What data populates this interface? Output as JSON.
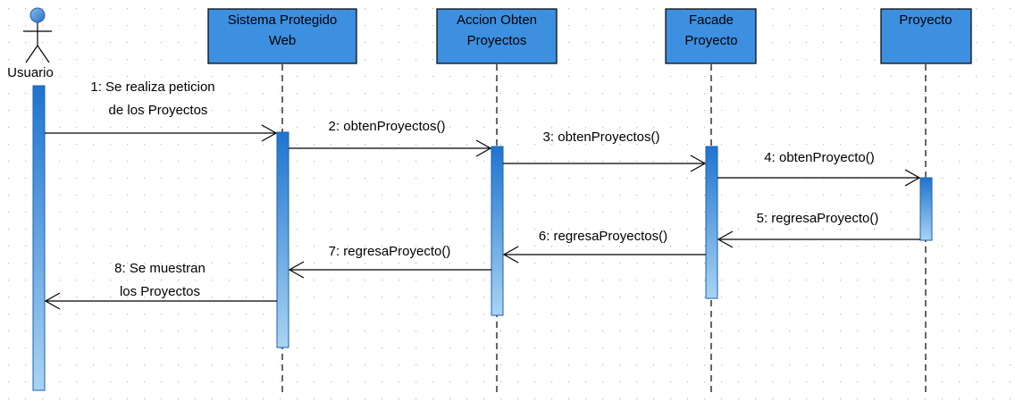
{
  "colors": {
    "background": "#ffffff",
    "grid_dot": "#b9b9b9",
    "header_fill": "#3d8fe0",
    "header_stroke": "#000000",
    "activation_top": "#1f74cf",
    "activation_bottom": "#a9d4f3",
    "actor_head": "#4c8fe3",
    "line": "#000000"
  },
  "actor": {
    "name": "Usuario",
    "icon": "stick-figure-actor-icon"
  },
  "lifelines": [
    {
      "id": "sistema",
      "lines": [
        "Sistema Protegido",
        "Web"
      ]
    },
    {
      "id": "accion",
      "lines": [
        "Accion Obten",
        "Proyectos"
      ]
    },
    {
      "id": "facade",
      "lines": [
        "Facade",
        "Proyecto"
      ]
    },
    {
      "id": "proyecto",
      "lines": [
        "Proyecto"
      ]
    }
  ],
  "messages": [
    {
      "id": "m1",
      "lines": [
        "1: Se realiza peticion",
        "de los Proyectos"
      ],
      "from": "Usuario",
      "to": "Sistema Protegido Web",
      "kind": "call"
    },
    {
      "id": "m2",
      "lines": [
        "2: obtenProyectos()"
      ],
      "from": "Sistema Protegido Web",
      "to": "Accion Obten Proyectos",
      "kind": "call"
    },
    {
      "id": "m3",
      "lines": [
        "3: obtenProyectos()"
      ],
      "from": "Accion Obten Proyectos",
      "to": "Facade Proyecto",
      "kind": "call"
    },
    {
      "id": "m4",
      "lines": [
        "4: obtenProyecto()"
      ],
      "from": "Facade Proyecto",
      "to": "Proyecto",
      "kind": "call"
    },
    {
      "id": "m5",
      "lines": [
        "5: regresaProyecto()"
      ],
      "from": "Proyecto",
      "to": "Facade Proyecto",
      "kind": "return"
    },
    {
      "id": "m6",
      "lines": [
        "6: regresaProyectos()"
      ],
      "from": "Facade Proyecto",
      "to": "Accion Obten Proyectos",
      "kind": "return"
    },
    {
      "id": "m7",
      "lines": [
        "7: regresaProyecto()"
      ],
      "from": "Accion Obten Proyectos",
      "to": "Sistema Protegido Web",
      "kind": "return"
    },
    {
      "id": "m8",
      "lines": [
        "8: Se muestran",
        "los Proyectos"
      ],
      "from": "Sistema Protegido Web",
      "to": "Usuario",
      "kind": "return"
    }
  ]
}
